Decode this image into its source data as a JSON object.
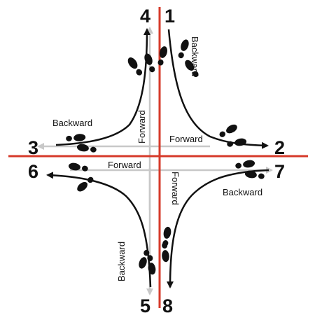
{
  "numbers": {
    "n1": "1",
    "n2": "2",
    "n3": "3",
    "n4": "4",
    "n5": "5",
    "n6": "6",
    "n7": "7",
    "n8": "8"
  },
  "labels": {
    "backward_top_right": "Backward",
    "backward_left": "Backward",
    "forward_vertical_up": "Forward",
    "forward_horizontal_right": "Forward",
    "forward_horizontal_left": "Forward",
    "forward_vertical_down": "Forward",
    "backward_right": "Backward",
    "backward_bottom_left": "Backward"
  },
  "colors": {
    "axis_red": "#d63a2a",
    "grey_arrow": "#c8c8c8",
    "curve_black": "#111111",
    "footprint": "#111111"
  }
}
